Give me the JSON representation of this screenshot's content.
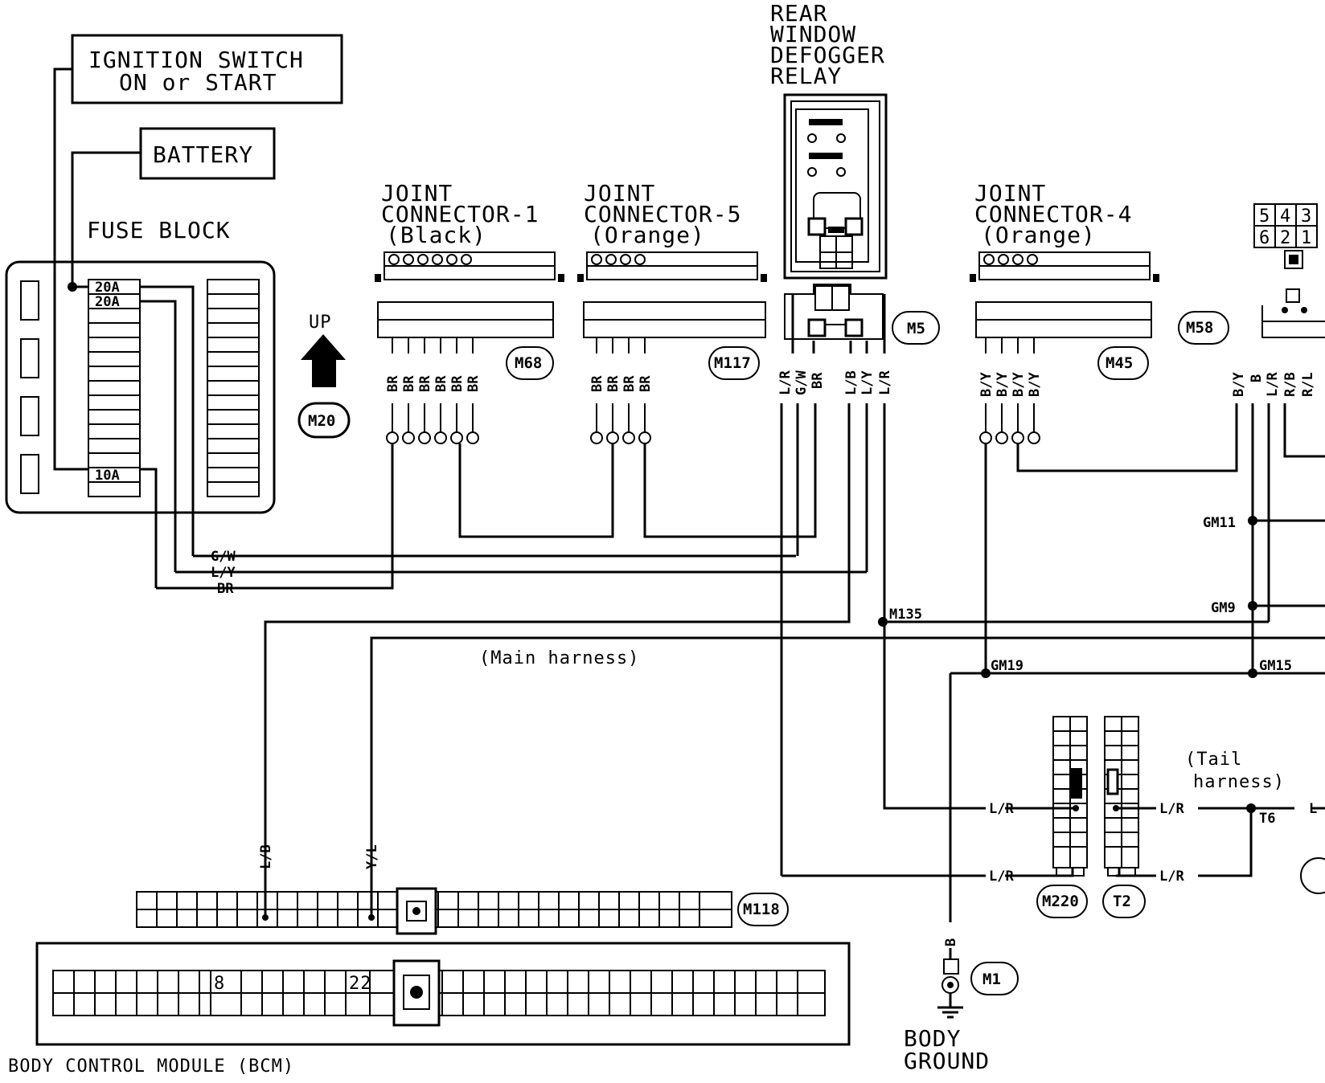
{
  "boxes": {
    "ignition_line1": "IGNITION SWITCH",
    "ignition_line2": "ON or START",
    "battery": "BATTERY"
  },
  "fuse_block": {
    "label": "FUSE BLOCK",
    "fuse_top1": "20A",
    "fuse_top2": "20A",
    "fuse_low": "10A"
  },
  "up": {
    "label": "UP",
    "connector": "M20"
  },
  "relay": {
    "line1": "REAR",
    "line2": "WINDOW",
    "line3": "DEFOGGER",
    "line4": "RELAY",
    "connector": "M5"
  },
  "joint1": {
    "line1": "JOINT",
    "line2": "CONNECTOR-1",
    "line3": "(Black)",
    "connector": "M68"
  },
  "joint5": {
    "line1": "JOINT",
    "line2": "CONNECTOR-5",
    "line3": "(Orange)",
    "connector": "M117"
  },
  "joint4": {
    "line1": "JOINT",
    "line2": "CONNECTOR-4",
    "line3": "(Orange)",
    "connector": "M45"
  },
  "m58": {
    "connector": "M58",
    "pins_top": [
      "5",
      "4",
      "3"
    ],
    "pins_bottom": [
      "6",
      "2",
      "1"
    ]
  },
  "wire_colors": {
    "br": "BR",
    "gw": "G/W",
    "ly": "L/Y",
    "lr": "L/R",
    "lb": "L/B",
    "by": "B/Y",
    "yl": "Y/L",
    "b": "B",
    "rb": "R/B",
    "rl": "R/L",
    "l": "L"
  },
  "splices": {
    "m135": "M135",
    "gm11": "GM11",
    "gm9": "GM9",
    "gm19": "GM19",
    "gm15": "GM15",
    "t6": "T6"
  },
  "harness": {
    "main": "(Main harness)",
    "tail_line1": "(Tail",
    "tail_line2": "harness)"
  },
  "connectors": {
    "m118": "M118",
    "m220": "M220",
    "t2": "T2",
    "m1": "M1"
  },
  "bcm": {
    "label": "BODY CONTROL MODULE (BCM)",
    "pin8": "8",
    "pin22": "22"
  },
  "ground": {
    "line1": "BODY",
    "line2": "GROUND"
  }
}
